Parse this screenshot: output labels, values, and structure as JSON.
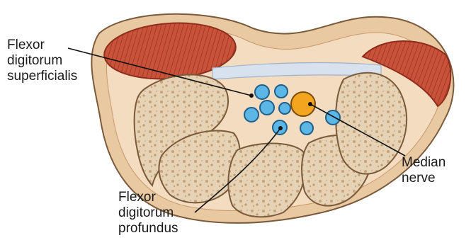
{
  "labels": {
    "fds": [
      "Flexor",
      "digitorum",
      "superficialis"
    ],
    "median": [
      "Median",
      "nerve"
    ],
    "fdp": [
      "Flexor",
      "digitorum",
      "profundus"
    ]
  },
  "colors": {
    "background": "#ffffff",
    "skin_outer": "#e9c9a2",
    "skin_outline": "#7a5a3a",
    "tissue": "#f4dcc0",
    "muscle": "#c8523a",
    "muscle_dark": "#8f2d1c",
    "bone": "#e6d2b4",
    "bone_pore": "#a8703a",
    "ligament": "#d7e2ee",
    "ligament_line": "#9fb3c8",
    "tendon_fill": "#5cb7e6",
    "tendon_stroke": "#1f5f8a",
    "nerve_fill": "#f2a51e",
    "nerve_stroke": "#7a4a08",
    "leader_line": "#111111"
  },
  "structures": {
    "tendons": "blue circles",
    "nerve": "orange circle",
    "muscles": "red striated masses",
    "bones": "porous carpal bones"
  }
}
